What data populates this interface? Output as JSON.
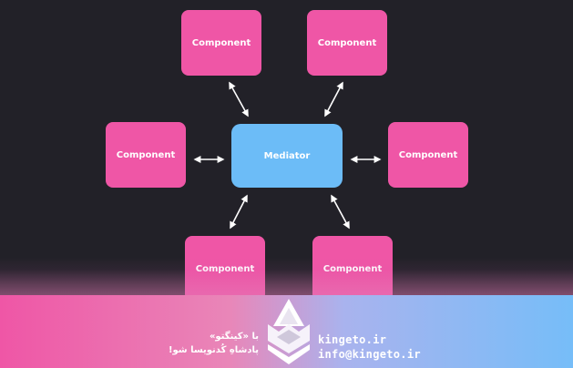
{
  "diagram": {
    "center": {
      "label": "Mediator"
    },
    "components": [
      {
        "label": "Component"
      },
      {
        "label": "Component"
      },
      {
        "label": "Component"
      },
      {
        "label": "Component"
      },
      {
        "label": "Component"
      },
      {
        "label": "Component"
      }
    ],
    "edges": [
      {
        "from": "component-top-left",
        "to": "mediator",
        "style": "double-arrow"
      },
      {
        "from": "component-top-right",
        "to": "mediator",
        "style": "double-arrow"
      },
      {
        "from": "component-middle-left",
        "to": "mediator",
        "style": "double-arrow"
      },
      {
        "from": "component-middle-right",
        "to": "mediator",
        "style": "double-arrow"
      },
      {
        "from": "component-bottom-left",
        "to": "mediator",
        "style": "double-arrow"
      },
      {
        "from": "component-bottom-right",
        "to": "mediator",
        "style": "double-arrow"
      }
    ]
  },
  "banner": {
    "tagline_line1": "با «کینگتو»",
    "tagline_line2": "پادشاهِ کُدنویسا شو!",
    "website": "kingeto.ir",
    "email": "info@kingeto.ir"
  },
  "colors": {
    "background": "#222128",
    "component": "#ef56a6",
    "mediator": "#6cbcf7",
    "arrow": "#ffffff"
  }
}
